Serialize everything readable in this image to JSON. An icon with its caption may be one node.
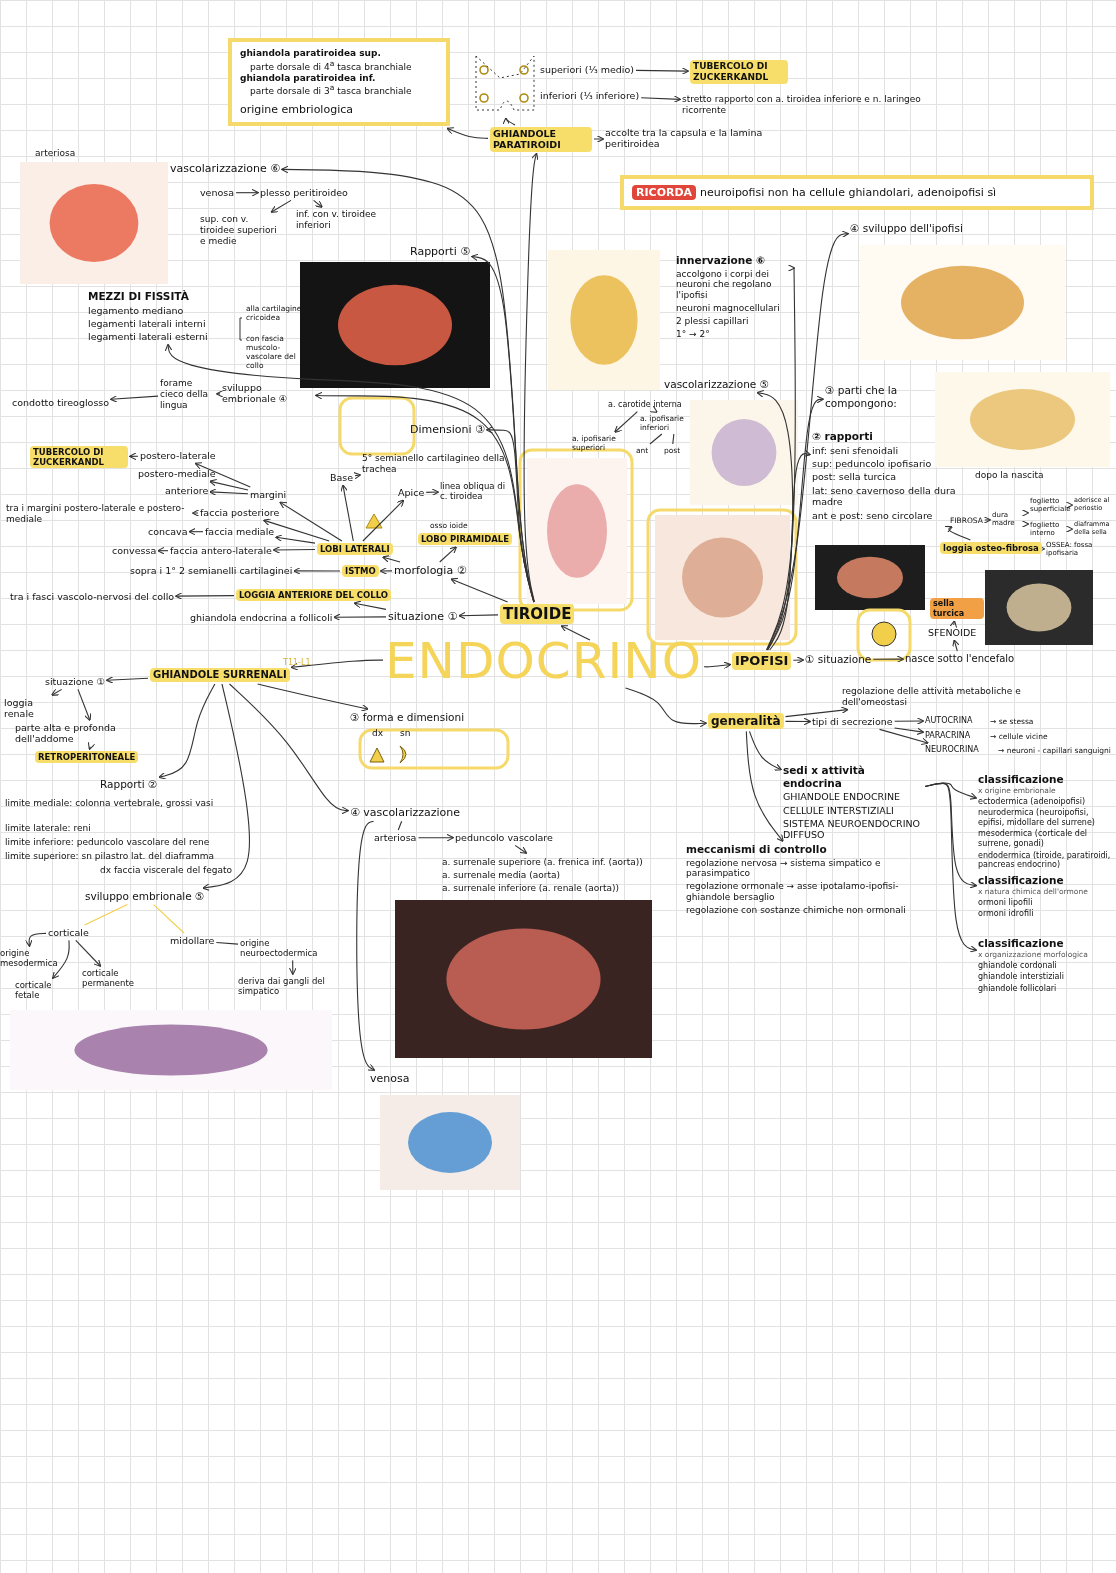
{
  "diagram": {
    "nodes": [
      {
        "text": [
          "ghiandola paratiroidea sup.",
          "parte dorsale di 4$^{a}$ tasca branchiale",
          "ghiandola paratiroidea inf.",
          "parte dorsale di 3$^{a}$ tasca branchiale",
          "origine embriologica"
        ]
      },
      {
        "text": [],
        "shape": "picture"
      },
      {
        "text": [
          "superiori (⅓ medio)"
        ]
      },
      {
        "text": [
          "TUBERCOLO DI ZUCKERKANDL"
        ]
      },
      {
        "text": [
          "inferiori (⅓ inferiore)"
        ]
      },
      {
        "text": [
          "stretto rapporto con a. tiroidea inferiore e n. laringeo ricorrente"
        ]
      },
      {
        "text": [
          "GHIANDOLE PARATIROIDI"
        ]
      },
      {
        "text": [
          "accolte tra la capsula e la lamina peritiroidea"
        ]
      },
      {
        "text": [
          "RICORDA",
          "neuroipofisi non ha cellule ghiandolari, adenoipofisi sì"
        ]
      },
      {
        "text": [
          "vascolarizzazione ⑥"
        ]
      },
      {
        "text": [
          "venosa"
        ]
      },
      {
        "text": [
          "plesso peritiroideo"
        ]
      },
      {
        "text": [
          "sup. con v. tiroidee superiori e medie"
        ]
      },
      {
        "text": [
          "inf. con v. tiroidee inferiori"
        ]
      },
      {
        "text": [
          "Rapporti ⑤"
        ]
      },
      {
        "text": [
          "MEZZI DI FISSITÀ",
          "legamento mediano",
          "legamenti laterali interni",
          "legamenti laterali esterni"
        ],
        "beside": [
          "alla cartilagine cricoidea",
          "con fascia muscolo-vascolare del collo"
        ]
      },
      {
        "text": [
          "sviluppo embrionale ④"
        ]
      },
      {
        "text": [
          "forame cieco della lingua"
        ]
      },
      {
        "text": [
          "condotto tireoglosso"
        ]
      },
      {
        "text": [
          "Dimensioni ③"
        ]
      },
      {
        "text": [
          "TUBERCOLO DI ZUCKERKANDL"
        ]
      },
      {
        "text": [
          "postero-laterale"
        ]
      },
      {
        "text": [
          "postero-mediale"
        ]
      },
      {
        "text": [
          "anteriore"
        ]
      },
      {
        "text": [
          "margini"
        ]
      },
      {
        "text": [
          "tra i margini postero-laterale e postero-mediale"
        ]
      },
      {
        "text": [
          "faccia posteriore"
        ]
      },
      {
        "text": [
          "concava"
        ]
      },
      {
        "text": [
          "faccia mediale"
        ]
      },
      {
        "text": [
          "convessa"
        ]
      },
      {
        "text": [
          "faccia antero-laterale"
        ]
      },
      {
        "text": [
          "LOBI LATERALI"
        ]
      },
      {
        "text": [
          "Base"
        ]
      },
      {
        "text": [
          "5° semianello cartilagineo della trachea"
        ]
      },
      {
        "text": [
          "Apice"
        ]
      },
      {
        "text": [
          "linea obliqua di c. tiroidea"
        ]
      },
      {
        "text": [
          "LOBO PIRAMIDALE"
        ],
        "beside": [
          "osso ioide"
        ]
      },
      {
        "text": [
          "sopra i 1° 2 semianelli cartilaginei"
        ]
      },
      {
        "text": [
          "ISTMO"
        ]
      },
      {
        "text": [
          "morfologia ②"
        ]
      },
      {
        "text": [
          "tra i fasci vascolo-nervosi del collo"
        ]
      },
      {
        "text": [
          "LOGGIA ANTERIORE DEL COLLO"
        ]
      },
      {
        "text": [
          "ghiandola endocrina a follicoli"
        ]
      },
      {
        "text": [
          "situazione ①"
        ]
      },
      {
        "text": [
          "TIROIDE"
        ]
      },
      {
        "text": [
          "ENDOCRINO"
        ]
      },
      {
        "text": [
          "GHIANDOLE SURRENALI"
        ]
      },
      {
        "text": [
          "situazione ①"
        ]
      },
      {
        "text": [
          "loggia renale"
        ]
      },
      {
        "text": [
          "parte alta e profonda dell'addome"
        ]
      },
      {
        "text": [
          "RETROPERITONEALE"
        ]
      },
      {
        "text": [
          "③ forma e dimensioni"
        ]
      },
      {
        "text": [
          "Rapporti ②"
        ]
      },
      {
        "text": [
          "sviluppo embrionale ⑤"
        ]
      },
      {
        "text": [
          "corticale"
        ]
      },
      {
        "text": [
          "midollare"
        ]
      },
      {
        "text": [
          "origine mesodermica"
        ]
      },
      {
        "text": [
          "corticale fetale"
        ]
      },
      {
        "text": [
          "corticale permanente"
        ]
      },
      {
        "text": [
          "origine neuroectodermica"
        ]
      },
      {
        "text": [
          "deriva dai gangli del simpatico"
        ]
      },
      {
        "text": [
          "④ vascolarizzazione"
        ]
      },
      {
        "text": [
          "arteriosa"
        ]
      },
      {
        "text": [
          "peduncolo vascolare"
        ]
      },
      {
        "text": [
          "a. surrenale superiore (a. frenica inf. (aorta))",
          "a. surrenale media (aorta)",
          "a. surrenale inferiore (a. renale (aorta))"
        ]
      },
      {
        "text": [
          "venosa"
        ]
      },
      {
        "text": [
          "IPOFISI"
        ]
      },
      {
        "text": [
          "① situazione"
        ]
      },
      {
        "text": [
          "nasce sotto l'encefalo"
        ]
      },
      {
        "text": [
          "SFENOIDE"
        ]
      },
      {
        "text": [
          "sella turcica"
        ]
      },
      {
        "text": [
          "② rapporti",
          "inf: seni sfenoidali",
          "sup: peduncolo ipofisario",
          "post: sella turcica",
          "lat: seno cavernoso della dura madre",
          "ant e post: seno circolare"
        ]
      },
      {
        "text": [
          "③ parti che la compongono:"
        ]
      },
      {
        "text": [
          "④ sviluppo dell'ipofisi"
        ]
      },
      {
        "text": [
          "vascolarizzazione ⑤"
        ]
      },
      {
        "text": [
          "innervazione ⑥",
          "accolgono i corpi dei neuroni che regolano l'ipofisi",
          "neuroni magnocellulari",
          "2 plessi capillari",
          "1° → 2°"
        ]
      },
      {
        "text": [
          "loggia osteo-fibrosa"
        ]
      },
      {
        "text": [
          "FIBROSA"
        ]
      },
      {
        "text": [
          "dura madre"
        ]
      },
      {
        "text": [
          "OSSEA: fossa ipofisaria"
        ]
      },
      {
        "text": [
          "foglietto superficiale"
        ]
      },
      {
        "text": [
          "foglietto interno"
        ]
      },
      {
        "text": [
          "diaframma della sella"
        ]
      },
      {
        "text": [
          "aderisce al periostio"
        ]
      },
      {
        "text": [
          "generalità"
        ]
      },
      {
        "text": [
          "regolazione delle attività metaboliche e dell'omeostasi"
        ]
      },
      {
        "text": [
          "tipi di secrezione"
        ]
      },
      {
        "text": [
          "AUTOCRINA"
        ],
        "beside": [
          "→ se stessa"
        ]
      },
      {
        "text": [
          "PARACRINA"
        ],
        "beside": [
          "→ cellule vicine"
        ]
      },
      {
        "text": [
          "NEUROCRINA"
        ],
        "beside": [
          "→ neuroni - capillari sanguigni"
        ]
      },
      {
        "text": [
          "sedi x attività endocrina",
          "GHIANDOLE ENDOCRINE",
          "CELLULE INTERSTIZIALI",
          "SISTEMA NEUROENDOCRINO DIFFUSO"
        ]
      },
      {
        "text": [
          "classificazione",
          "x origine embrionale",
          "ectodermica (adenoipofisi)",
          "neurodermica (neuroipofisi, epifisi, midollare del surrene)",
          "mesodermica (corticale del surrene, gonadi)",
          "endodermica (tiroide, paratiroidi, pancreas endocrino)"
        ]
      },
      {
        "text": [
          "classificazione",
          "x natura chimica dell'ormone",
          "ormoni lipofili",
          "ormoni idrofili"
        ]
      },
      {
        "text": [
          "classificazione",
          "x organizzazione morfologica",
          "ghiandole cordonali",
          "ghiandole interstiziali",
          "ghiandole follicolari"
        ]
      },
      {
        "text": [
          "meccanismi di controllo",
          "regolazione nervosa → sistema simpatico e parasimpatico",
          "regolazione ormonale → asse ipotalamo-ipofisi-ghiandole bersaglio",
          "regolazione con sostanze chimiche non ormonali"
        ]
      },
      {
        "text": [
          "a. carotide interna"
        ]
      },
      {
        "text": [
          "a. ipofisarie inferiori"
        ]
      },
      {
        "text": [
          "a. ipofisarie superiori"
        ]
      },
      {
        "text": [
          "ant"
        ]
      },
      {
        "text": [
          "post"
        ]
      }
    ],
    "edges": [
      {
        "from": 6,
        "to": 0,
        "arrow": "to"
      },
      {
        "from": 6,
        "to": 1,
        "arrow": "to"
      },
      {
        "from": 2,
        "to": 3,
        "arrow": "to"
      },
      {
        "from": 4,
        "to": 5,
        "arrow": "to"
      },
      {
        "from": 6,
        "to": 7,
        "arrow": "to"
      },
      {
        "from": 44,
        "to": 9,
        "arrow": "to"
      },
      {
        "from": 10,
        "to": 11,
        "arrow": "to"
      },
      {
        "from": 11,
        "to": 12,
        "arrow": "to"
      },
      {
        "from": 11,
        "to": 13,
        "arrow": "to"
      },
      {
        "from": 44,
        "to": 14,
        "arrow": "to"
      },
      {
        "from": 44,
        "to": 15,
        "arrow": "to"
      },
      {
        "from": 44,
        "to": 16,
        "arrow": "to"
      },
      {
        "from": 16,
        "to": 17,
        "arrow": "to"
      },
      {
        "from": 17,
        "to": 18,
        "arrow": "to"
      },
      {
        "from": 44,
        "to": 19,
        "arrow": "to"
      },
      {
        "from": 24,
        "to": 21,
        "arrow": "to"
      },
      {
        "from": 24,
        "to": 22,
        "arrow": "to"
      },
      {
        "from": 24,
        "to": 23,
        "arrow": "to"
      },
      {
        "from": 21,
        "to": 20,
        "arrow": "to"
      },
      {
        "from": 26,
        "to": 25,
        "arrow": "to"
      },
      {
        "from": 28,
        "to": 27,
        "arrow": "to"
      },
      {
        "from": 30,
        "to": 29,
        "arrow": "to"
      },
      {
        "from": 31,
        "to": 30,
        "arrow": "to"
      },
      {
        "from": 31,
        "to": 24,
        "arrow": "to"
      },
      {
        "from": 31,
        "to": 26,
        "arrow": "to"
      },
      {
        "from": 31,
        "to": 28,
        "arrow": "to"
      },
      {
        "from": 31,
        "to": 32,
        "arrow": "to"
      },
      {
        "from": 32,
        "to": 33,
        "arrow": "to"
      },
      {
        "from": 31,
        "to": 34,
        "arrow": "to"
      },
      {
        "from": 34,
        "to": 35,
        "arrow": "to"
      },
      {
        "from": 39,
        "to": 38,
        "arrow": "to"
      },
      {
        "from": 38,
        "to": 37,
        "arrow": "to"
      },
      {
        "from": 39,
        "to": 31,
        "arrow": "to"
      },
      {
        "from": 39,
        "to": 36,
        "arrow": "to"
      },
      {
        "from": 41,
        "to": 40,
        "arrow": "to"
      },
      {
        "from": 43,
        "to": 42,
        "arrow": "to"
      },
      {
        "from": 43,
        "to": 41,
        "arrow": "to"
      },
      {
        "from": 44,
        "to": 43,
        "arrow": "to"
      },
      {
        "from": 44,
        "to": 39,
        "arrow": "to"
      },
      {
        "from": 45,
        "to": 44,
        "arrow": "to"
      },
      {
        "from": 44,
        "to": 6,
        "arrow": "to"
      },
      {
        "from": 45,
        "to": 46,
        "arrow": "to"
      },
      {
        "from": 46,
        "to": 47,
        "arrow": "to"
      },
      {
        "from": 47,
        "to": 48,
        "arrow": "to"
      },
      {
        "from": 47,
        "to": 49,
        "arrow": "to"
      },
      {
        "from": 49,
        "to": 50,
        "arrow": "to"
      },
      {
        "from": 46,
        "to": 51,
        "arrow": "to"
      },
      {
        "from": 46,
        "to": 52,
        "arrow": "to"
      },
      {
        "from": 46,
        "to": 53,
        "arrow": "to"
      },
      {
        "from": 53,
        "to": 54,
        "arrow": "none",
        "color": "#f2cf4a"
      },
      {
        "from": 53,
        "to": 55,
        "arrow": "none",
        "color": "#f2cf4a"
      },
      {
        "from": 54,
        "to": 56,
        "arrow": "to"
      },
      {
        "from": 54,
        "to": 57,
        "arrow": "to"
      },
      {
        "from": 54,
        "to": 58,
        "arrow": "to"
      },
      {
        "from": 55,
        "to": 59,
        "arrow": "none"
      },
      {
        "from": 59,
        "to": 60,
        "arrow": "to"
      },
      {
        "from": 46,
        "to": 61,
        "arrow": "to"
      },
      {
        "from": 61,
        "to": 62,
        "arrow": "none"
      },
      {
        "from": 62,
        "to": 63,
        "arrow": "to"
      },
      {
        "from": 63,
        "to": 64,
        "arrow": "to"
      },
      {
        "from": 61,
        "to": 65,
        "arrow": "to"
      },
      {
        "from": 45,
        "to": 66,
        "arrow": "to"
      },
      {
        "from": 66,
        "to": 67,
        "arrow": "to"
      },
      {
        "from": 67,
        "to": 68,
        "arrow": "to"
      },
      {
        "from": 68,
        "to": 69,
        "arrow": "to"
      },
      {
        "from": 69,
        "to": 70,
        "arrow": "to"
      },
      {
        "from": 66,
        "to": 71,
        "arrow": "to"
      },
      {
        "from": 66,
        "to": 72,
        "arrow": "to"
      },
      {
        "from": 66,
        "to": 73,
        "arrow": "to"
      },
      {
        "from": 66,
        "to": 74,
        "arrow": "to"
      },
      {
        "from": 66,
        "to": 75,
        "arrow": "to"
      },
      {
        "from": 76,
        "to": 77,
        "arrow": "to"
      },
      {
        "from": 77,
        "to": 78,
        "arrow": "to"
      },
      {
        "from": 78,
        "to": 80,
        "arrow": "to"
      },
      {
        "from": 78,
        "to": 81,
        "arrow": "to"
      },
      {
        "from": 80,
        "to": 83,
        "arrow": "to"
      },
      {
        "from": 81,
        "to": 82,
        "arrow": "to"
      },
      {
        "from": 76,
        "to": 79,
        "arrow": "to"
      },
      {
        "from": 45,
        "to": 84,
        "arrow": "to"
      },
      {
        "from": 84,
        "to": 85,
        "arrow": "to"
      },
      {
        "from": 84,
        "to": 86,
        "arrow": "to"
      },
      {
        "from": 86,
        "to": 87,
        "arrow": "to"
      },
      {
        "from": 86,
        "to": 88,
        "arrow": "to"
      },
      {
        "from": 86,
        "to": 89,
        "arrow": "to"
      },
      {
        "from": 84,
        "to": 90,
        "arrow": "to"
      },
      {
        "from": 90,
        "to": 91,
        "arrow": "to"
      },
      {
        "from": 90,
        "to": 92,
        "arrow": "to"
      },
      {
        "from": 90,
        "to": 93,
        "arrow": "to"
      },
      {
        "from": 84,
        "to": 94,
        "arrow": "to"
      },
      {
        "from": 95,
        "to": 97,
        "arrow": "to"
      },
      {
        "from": 95,
        "to": 96,
        "arrow": "to"
      },
      {
        "from": 96,
        "to": 98,
        "arrow": "none"
      },
      {
        "from": 96,
        "to": 99,
        "arrow": "none"
      }
    ],
    "labels": [
      "arteriosa",
      "T11-L1",
      "dx",
      "sn",
      "limite mediale: colonna vertebrale, grossi vasi",
      "limite laterale: reni",
      "limite inferiore: peduncolo vascolare del rene",
      "limite superiore: sn pilastro lat. del diaframma",
      "dx faccia viscerale del fegato",
      "dopo la nascita"
    ]
  }
}
